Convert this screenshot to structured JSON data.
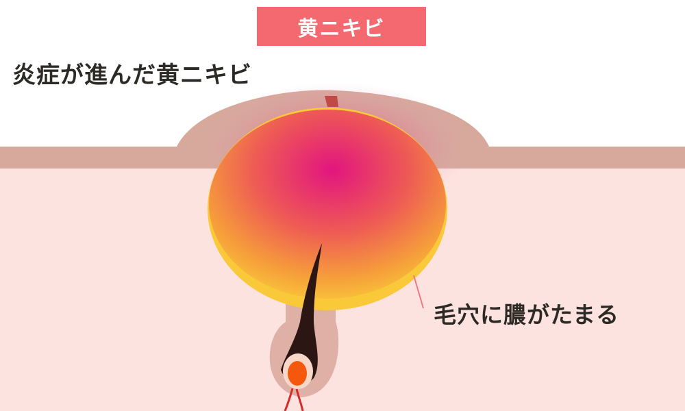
{
  "badge": {
    "label": "黄ニキビ"
  },
  "heading": {
    "text": "炎症が進んだ黄ニキビ"
  },
  "callout": {
    "text": "毛穴に膿がたまる"
  },
  "colors": {
    "badge_bg": "#f4686f",
    "skin_surface": "#d6a99c",
    "dermis": "#fde3df",
    "pus_center": "#e2157f",
    "pus_edge": "#f8c53a",
    "hair": "#2b1614",
    "follicle_bulb": "#f4580c",
    "capillary": "#d42a28",
    "leader_line": "#ec7a84",
    "text": "#2d2a26"
  }
}
